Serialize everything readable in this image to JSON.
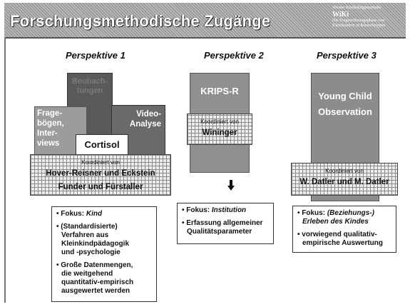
{
  "title": "Forschungsmethodische Zugänge",
  "logo": {
    "line1": "Wiener Kinderkrippenstudie",
    "line2": "WiKi",
    "line3": "Die Eingewöhnungsphase von",
    "line4": "Kleinkindern in Kinderkrippen"
  },
  "perspectives": [
    {
      "heading": "Perspektive 1",
      "boxes": {
        "beobachtungen": "Beobach-tungen",
        "fragebogen": [
          "Frage-",
          "bögen,",
          "Inter-",
          "views"
        ],
        "video": [
          "Video-",
          "Analyse"
        ],
        "cortisol": "Cortisol",
        "coordinated_label": "Koordiniert von",
        "coordinators": [
          "Hover-Reisner und Eckstein",
          "Funder und Fürstaller"
        ]
      },
      "focus_label": "Fokus:",
      "focus_value": "Kind",
      "bullets": [
        [
          "(Standardisierte)",
          "Verfahren aus",
          "Kleinkindpädagogik",
          "und -psychologie"
        ],
        [
          "Große Datenmengen,",
          "die weitgehend",
          "quantitativ-empirisch",
          "ausgewertet werden"
        ]
      ]
    },
    {
      "heading": "Perspektive 2",
      "box": "KRIPS-R",
      "coordinated_label": "Koordiniert von",
      "coordinator": "Wininger",
      "focus_label": "Fokus:",
      "focus_value": "Institution",
      "bullets": [
        [
          "Erfassung allgemeiner",
          "Qualitätsparameter"
        ]
      ]
    },
    {
      "heading": "Perspektive 3",
      "box": [
        "Young Child",
        "Observation"
      ],
      "coordinated_label": "Koordiniert von",
      "coordinator": "W. Datler und M. Datler",
      "focus_label": "Fokus:",
      "focus_value": [
        "(Beziehungs-)",
        "Erleben des Kindes"
      ],
      "bullets": [
        [
          "vorwiegend qualitativ-",
          "empirische Auswertung"
        ]
      ]
    }
  ]
}
